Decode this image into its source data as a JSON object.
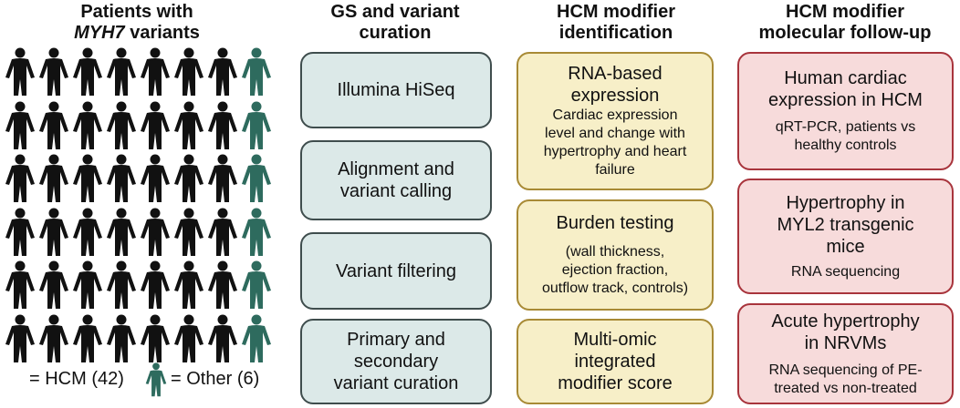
{
  "columns": {
    "patients": {
      "title_line1": "Patients with",
      "title_gene": "MYH7",
      "title_rest": " variants"
    },
    "curation": {
      "title_line1": "GS and variant",
      "title_line2": "curation"
    },
    "identification": {
      "title_line1": "HCM modifier",
      "title_line2": "identification"
    },
    "followup": {
      "title_line1": "HCM modifier",
      "title_line2": "molecular follow-up"
    }
  },
  "curation_steps": [
    {
      "main": [
        "Illumina HiSeq"
      ]
    },
    {
      "main": [
        "Alignment and",
        "variant calling"
      ]
    },
    {
      "main": [
        "Variant filtering"
      ]
    },
    {
      "main": [
        "Primary and",
        "secondary",
        "variant curation"
      ]
    }
  ],
  "identification_steps": [
    {
      "main": [
        "RNA-based",
        "expression"
      ],
      "sub": [
        "Cardiac expression",
        "level and change with",
        "hypertrophy and heart",
        "failure"
      ]
    },
    {
      "main": [
        "Burden testing"
      ],
      "sub": [
        "(wall thickness,",
        "ejection fraction,",
        "outflow track, controls)"
      ]
    },
    {
      "main": [
        "Multi-omic",
        "integrated",
        "modifier score"
      ],
      "sub": []
    }
  ],
  "followup_steps": [
    {
      "main": [
        "Human cardiac",
        "expression in HCM"
      ],
      "sub": [
        "qRT-PCR, patients vs",
        "healthy controls"
      ]
    },
    {
      "main": [
        "Hypertrophy in",
        "MYL2 transgenic",
        "mice"
      ],
      "sub": [
        "RNA sequencing"
      ]
    },
    {
      "main": [
        "Acute hypertrophy",
        "in NRVMs"
      ],
      "sub": [
        "RNA sequencing of PE-",
        "treated vs non-treated"
      ]
    }
  ],
  "legend": {
    "hcm_label": "= HCM (42)",
    "other_label": "= Other (6)",
    "hcm_color": "#111111",
    "other_color": "#2e6b5e"
  },
  "people_grid": {
    "rows": 6,
    "cols": 8,
    "other_column": 8
  },
  "colors": {
    "teal_fill": "#dce9e8",
    "teal_border": "#3f4d4d",
    "tan_fill": "#f7efc8",
    "tan_border": "#a88a35",
    "red_fill": "#f7dbdb",
    "red_border": "#a8343c"
  }
}
